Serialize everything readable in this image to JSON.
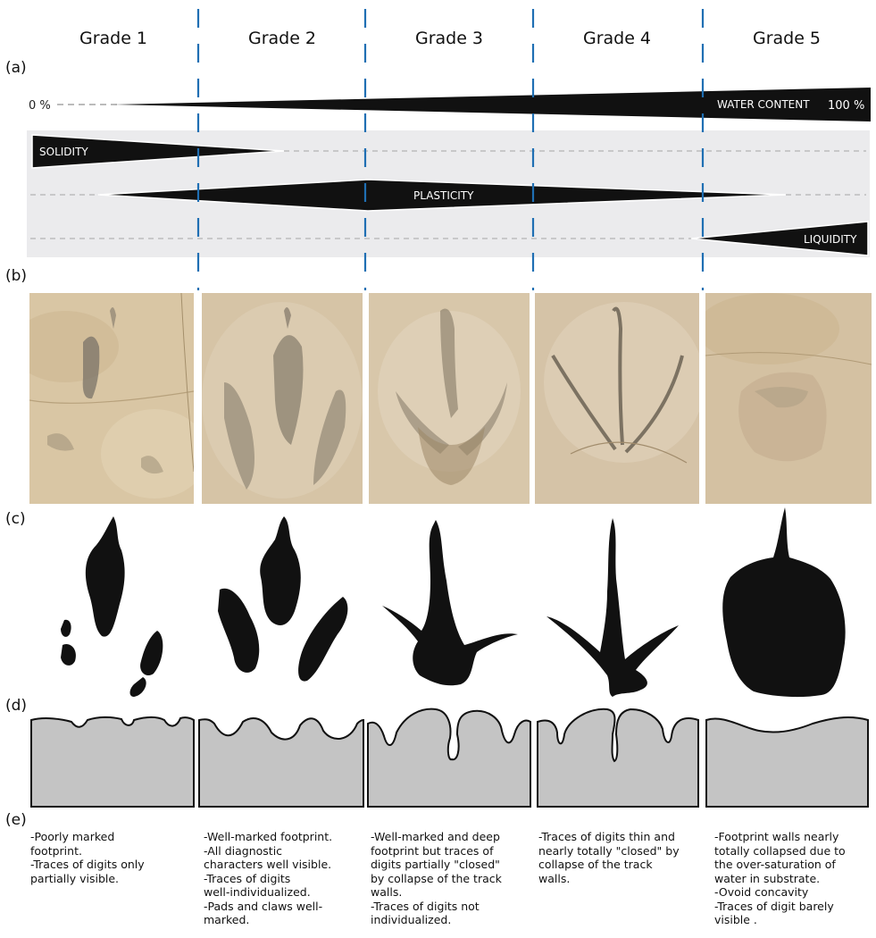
{
  "grades": [
    "Grade 1",
    "Grade 2",
    "Grade 3",
    "Grade 4",
    "Grade 5"
  ],
  "panels": {
    "a": "(a)",
    "b": "(b)",
    "c": "(c)",
    "d": "(d)",
    "e": "(e)"
  },
  "scale": {
    "zero": "0 %",
    "hundred": "100 %",
    "water_content": "WATER CONTENT",
    "solidity": "SOLIDITY",
    "plasticity": "PLASTICITY",
    "liquidity": "LIQUIDITY"
  },
  "descriptions": [
    "-Poorly marked\nfootprint.\n-Traces of digits only\npartially visible.",
    "-Well-marked footprint.\n-All diagnostic\ncharacters well visible.\n-Traces of digits\nwell-individualized.\n-Pads and claws well-\nmarked.",
    "-Well-marked and deep\nfootprint but traces of\ndigits partially \"closed\"\nby collapse of the track\nwalls.\n-Traces of digits not\nindividualized.",
    "-Traces of digits thin and\nnearly totally \"closed\" by\ncollapse of the track\nwalls.",
    "-Footprint walls nearly\ntotally collapsed due to\nthe over-saturation of\nwater in substrate.\n-Ovoid concavity\n-Traces of digit barely\nvisible ."
  ],
  "colors": {
    "divider": "#1f6fb3",
    "panel_bg": "#ebebed",
    "shape": "#111111",
    "section": "#c4c4c4",
    "rock": "#d8c6a6"
  }
}
